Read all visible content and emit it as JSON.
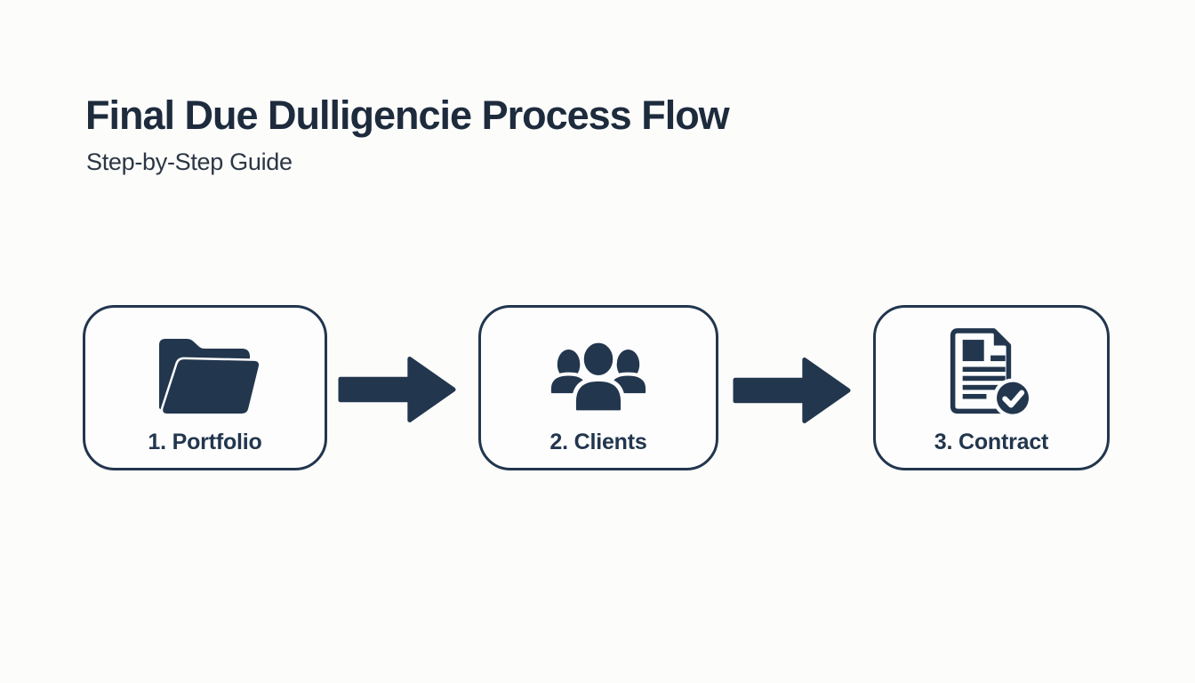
{
  "header": {
    "title": "Final Due Dulligencie Process Flow",
    "subtitle": "Step-by-Step Guide"
  },
  "flow": {
    "steps": [
      {
        "label": "1. Portfolio",
        "icon": "folder-open-icon"
      },
      {
        "label": "2. Clients",
        "icon": "people-group-icon"
      },
      {
        "label": "3. Contract",
        "icon": "document-check-icon"
      }
    ],
    "connector_icon": "arrow-right-icon"
  },
  "colors": {
    "navy": "#22364e",
    "title": "#1d2b3d",
    "subtitle": "#2c3644",
    "background": "#fcfcfb",
    "box_bg": "#fdfdfd"
  }
}
